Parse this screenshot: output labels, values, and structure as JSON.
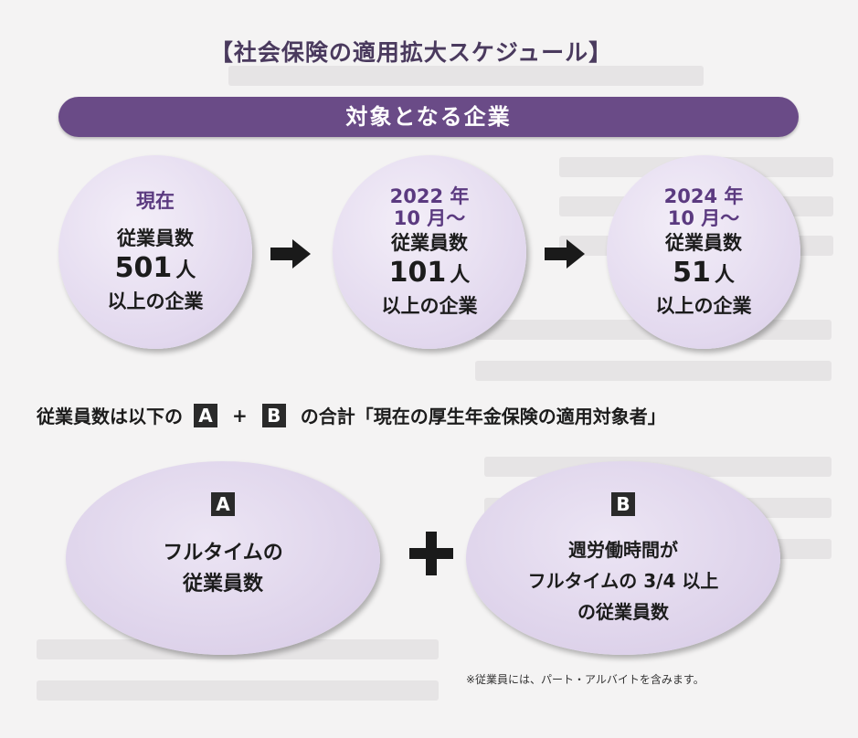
{
  "title": "【社会保険の適用拡大スケジュール】",
  "band_label": "対象となる企業",
  "stages": [
    {
      "period": "現在",
      "label": "従業員数",
      "number": "501",
      "unit": "人",
      "suffix": "以上の企業"
    },
    {
      "period": "2022 年\n10 月〜",
      "label": "従業員数",
      "number": "101",
      "unit": "人",
      "suffix": "以上の企業"
    },
    {
      "period": "2024 年\n10 月〜",
      "label": "従業員数",
      "number": "51",
      "unit": "人",
      "suffix": "以上の企業"
    }
  ],
  "sum_line": {
    "prefix": "従業員数は以下の",
    "box_a": "A",
    "plus": "+",
    "box_b": "B",
    "suffix": "の合計「現在の厚生年金保険の適用対象者」"
  },
  "ovals": {
    "a": {
      "box": "A",
      "text": "フルタイムの\n従業員数"
    },
    "b": {
      "box": "B",
      "text": "週労働時間が\nフルタイムの 3/4 以上\nの従業員数"
    }
  },
  "note": "※従業員には、パート・アルバイトを含みます。",
  "colors": {
    "band": "#6a4b87",
    "circle": "#e2d8ee",
    "period_text": "#5b3a80"
  }
}
